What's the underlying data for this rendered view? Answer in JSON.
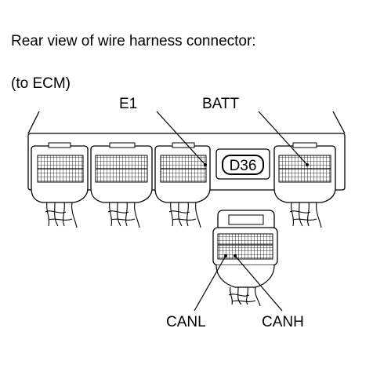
{
  "caption": {
    "line1": "Rear view of wire harness connector:",
    "line2": "(to ECM)"
  },
  "labels": {
    "e1": "E1",
    "batt": "BATT",
    "connector_id": "D36",
    "canl": "CANL",
    "canh": "CANH"
  },
  "colors": {
    "line": "#000000",
    "background": "#ffffff"
  }
}
